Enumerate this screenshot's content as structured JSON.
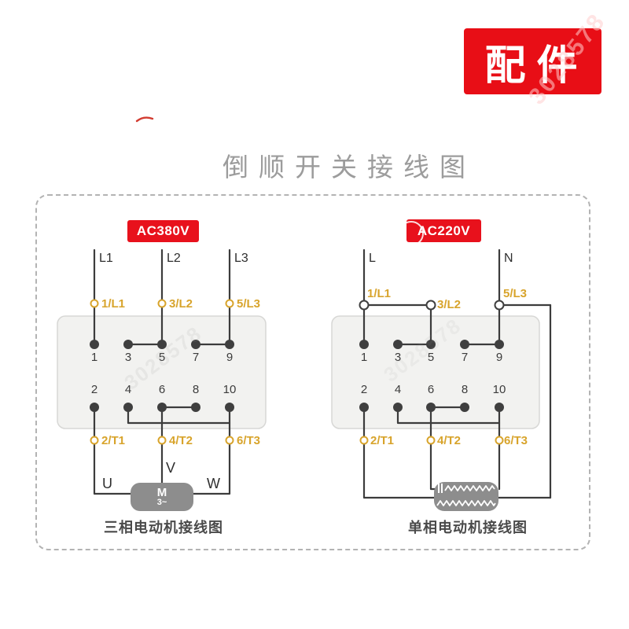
{
  "badge": {
    "label": "配件"
  },
  "watermark": {
    "digits": "3028578"
  },
  "title": {
    "text": "倒顺开关接线图"
  },
  "colors": {
    "accent_red": "#e8111c",
    "label_yellow": "#d8a42c",
    "wire": "#3c3c3c",
    "block_fill": "#f2f2f0",
    "device_gray": "#8d8d8d"
  },
  "left_diagram": {
    "voltage": "AC380V",
    "phase_inputs": [
      "L1",
      "L2",
      "L3"
    ],
    "top_terminal_labels": [
      "1/L1",
      "3/L2",
      "5/L3"
    ],
    "top_row_numbers": [
      "1",
      "3",
      "5",
      "7",
      "9"
    ],
    "bottom_row_numbers": [
      "2",
      "4",
      "6",
      "8",
      "10"
    ],
    "bottom_terminal_labels": [
      "2/T1",
      "4/T2",
      "6/T3"
    ],
    "motor_leads": [
      "U",
      "V",
      "W"
    ],
    "motor_label": "M",
    "motor_sublabel": "3~",
    "caption": "三相电动机接线图"
  },
  "right_diagram": {
    "voltage": "AC220V",
    "phase_inputs": [
      "L",
      "N"
    ],
    "top_terminal_labels": [
      "1/L1",
      "3/L2",
      "5/L3"
    ],
    "top_row_numbers": [
      "1",
      "3",
      "5",
      "7",
      "9"
    ],
    "bottom_row_numbers": [
      "2",
      "4",
      "6",
      "8",
      "10"
    ],
    "bottom_terminal_labels": [
      "2/T1",
      "4/T2",
      "6/T3"
    ],
    "caption": "单相电动机接线图"
  }
}
